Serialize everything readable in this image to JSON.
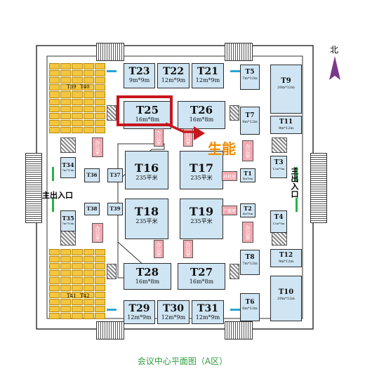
{
  "north_label": "北",
  "entrance_label": "主出入口",
  "caption": "会议中心平面图（A区）",
  "annotation": {
    "text": "生能"
  },
  "office_label": "办公室",
  "general_label": "总机室",
  "broadcast_label": "广播室",
  "rooms": {
    "T23": {
      "code": "T23",
      "size": "9m*9m"
    },
    "T22": {
      "code": "T22",
      "size": "12m*9m"
    },
    "T21": {
      "code": "T21",
      "size": "12m*9m"
    },
    "T25": {
      "code": "T25",
      "size": "16m*8m"
    },
    "T26": {
      "code": "T26",
      "size": "16m*8m"
    },
    "T16": {
      "code": "T16",
      "size": "235平米"
    },
    "T17": {
      "code": "T17",
      "size": "235平米"
    },
    "T18": {
      "code": "T18",
      "size": "235平米"
    },
    "T19": {
      "code": "T19",
      "size": "235平米"
    },
    "T28": {
      "code": "T28",
      "size": "16m*8m"
    },
    "T27": {
      "code": "T27",
      "size": "16m*8m"
    },
    "T29": {
      "code": "T29",
      "size": "12m*9m"
    },
    "T30": {
      "code": "T30",
      "size": "12m*9m"
    },
    "T31": {
      "code": "T31",
      "size": "12m*9m"
    },
    "T5": {
      "code": "T5",
      "size": "7m*12m"
    },
    "T7": {
      "code": "T7",
      "size": "9m*12m"
    },
    "T9": {
      "code": "T9",
      "size": "20m*12m"
    },
    "T11": {
      "code": "T11",
      "size": "9m*12m"
    },
    "T3": {
      "code": "T3",
      "size": "12m*9m"
    },
    "T1": {
      "code": "T1",
      "size": "4m*6m"
    },
    "T2": {
      "code": "T2",
      "size": "4m*6m"
    },
    "T4": {
      "code": "T4",
      "size": "12m*9m"
    },
    "T8": {
      "code": "T8",
      "size": "7m*12m"
    },
    "T12": {
      "code": "T12",
      "size": "9m*12m"
    },
    "T6": {
      "code": "T6",
      "size": "6m*12m"
    },
    "T10": {
      "code": "T10",
      "size": "20m*12m"
    },
    "T34": {
      "code": "T34",
      "size": "7m*10m"
    },
    "T35": {
      "code": "T35",
      "size": "7m*10m"
    },
    "T36": {
      "code": "T36",
      "size": ""
    },
    "T37": {
      "code": "T37",
      "size": ""
    },
    "T38": {
      "code": "T38",
      "size": ""
    },
    "T39": {
      "code": "T39",
      "size": ""
    },
    "T40": {
      "code": "T40",
      "size": ""
    },
    "T41": {
      "code": "T41",
      "size": ""
    },
    "T42": {
      "code": "T42",
      "size": ""
    }
  },
  "colors": {
    "room_fill": "#cfe5f3",
    "office_fill": "#f4a9b1",
    "seat_fill": "#f4c63d",
    "highlight": "#c8161d",
    "arrow": "#c8161d",
    "annotation_text": "#f08a00",
    "north_arrow": "#7a3a8a",
    "caption_text": "#2e9e3e"
  }
}
